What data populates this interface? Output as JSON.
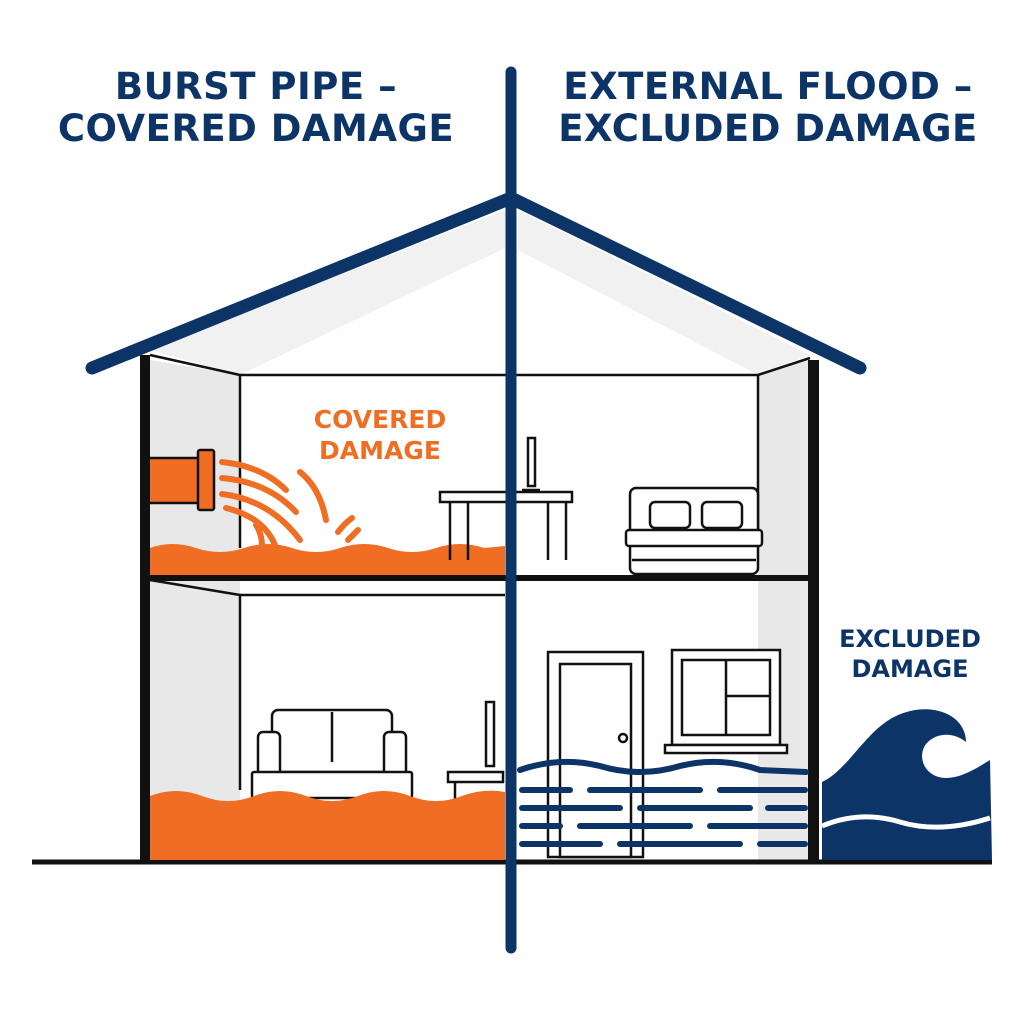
{
  "titles": {
    "left_line1": "BURST PIPE –",
    "left_line2": "COVERED DAMAGE",
    "right_line1": "EXTERNAL FLOOD –",
    "right_line2": "EXCLUDED DAMAGE"
  },
  "labels": {
    "covered_line1": "COVERED",
    "covered_line2": "DAMAGE",
    "excluded_line1": "EXCLUDED",
    "excluded_line2": "DAMAGE"
  },
  "colors": {
    "navy": "#0d3467",
    "orange": "#f06e24",
    "outline": "#111111",
    "wall_shade": "#e8e8e8",
    "background": "#ffffff"
  },
  "icons": {
    "pipe": "burst-pipe-icon",
    "spray": "water-spray-icon",
    "desk": "desk-icon",
    "lamp": "lamp-icon",
    "bed": "bed-icon",
    "sofa": "sofa-icon",
    "door": "door-icon",
    "window": "window-icon",
    "wave": "ocean-wave-icon"
  }
}
